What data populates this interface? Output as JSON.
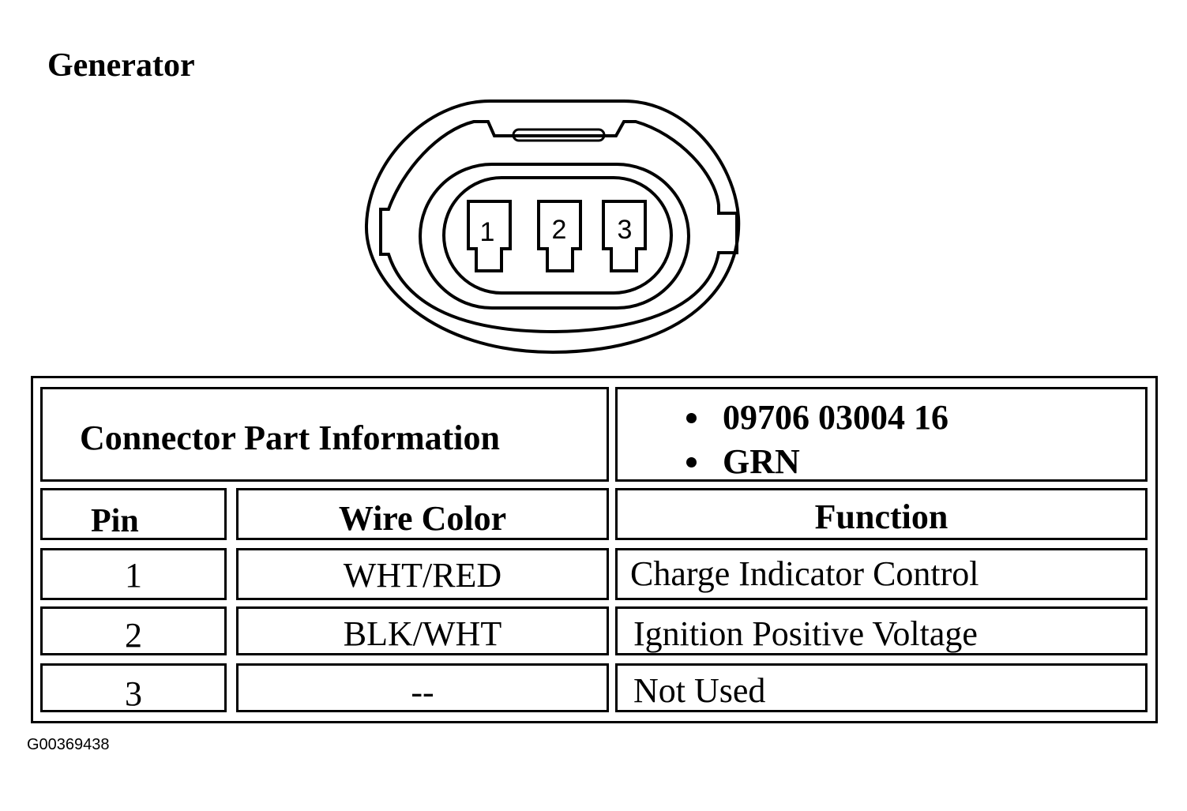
{
  "title": "Generator",
  "connector": {
    "pins": [
      "1",
      "2",
      "3"
    ]
  },
  "table": {
    "part_info_label": "Connector Part Information",
    "part_info_values": [
      "09706 03004 16",
      "GRN"
    ],
    "headers": {
      "pin": "Pin",
      "wire_color": "Wire Color",
      "function": "Function"
    },
    "rows": [
      {
        "pin": "1",
        "wire_color": "WHT/RED",
        "function": "Charge Indicator Control"
      },
      {
        "pin": "2",
        "wire_color": "BLK/WHT",
        "function": "Ignition Positive Voltage"
      },
      {
        "pin": "3",
        "wire_color": "--",
        "function": "Not Used"
      }
    ]
  },
  "figure_id": "G00369438"
}
